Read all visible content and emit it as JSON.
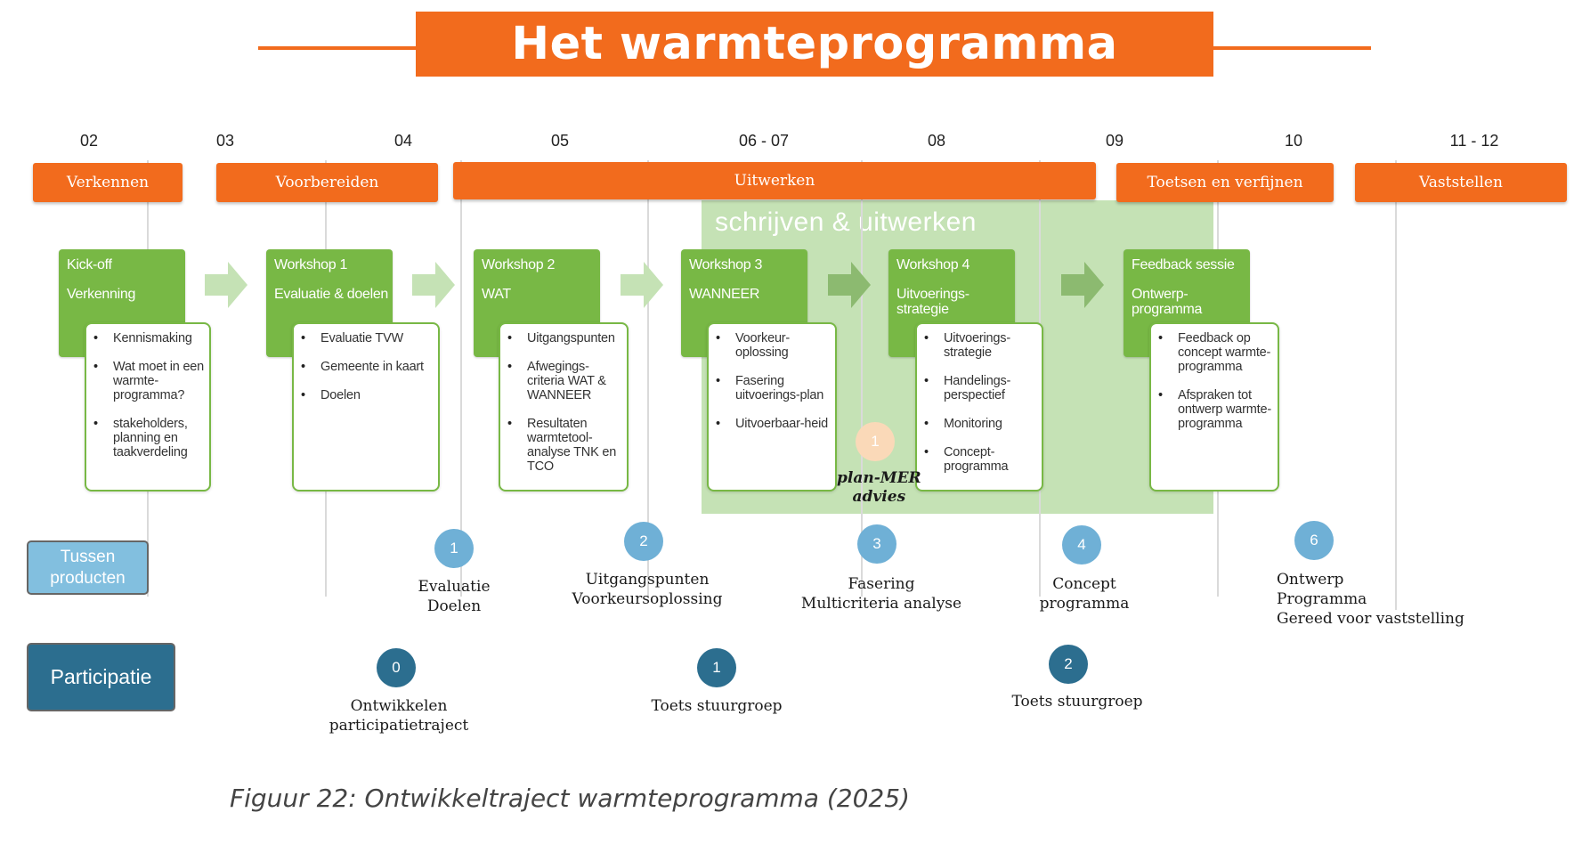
{
  "title": "Het warmteprogramma",
  "months": [
    "02",
    "03",
    "04",
    "05",
    "06 - 07",
    "08",
    "09",
    "10",
    "11  - 12"
  ],
  "phases": [
    "Verkennen",
    "Voorbereiden",
    "Uitwerken",
    "Toetsen en verfijnen",
    "Vaststellen"
  ],
  "zone_label": "schrijven & uitwerken",
  "workshops": [
    {
      "title": "Kick-off",
      "subtitle": "Verkenning",
      "items": [
        "Kennismaking",
        "Wat moet in een warmte-programma?",
        "stakeholders, planning en taakverdeling"
      ]
    },
    {
      "title": "Workshop 1",
      "subtitle": "Evaluatie & doelen",
      "items": [
        "Evaluatie TVW",
        "Gemeente in kaart",
        "Doelen"
      ]
    },
    {
      "title": "Workshop 2",
      "subtitle": "WAT",
      "items": [
        "Uitgangspunten",
        "Afwegings-criteria WAT & WANNEER",
        "Resultaten warmtetool-analyse TNK en TCO"
      ]
    },
    {
      "title": "Workshop 3",
      "subtitle": "WANNEER",
      "items": [
        "Voorkeur-oplossing",
        "Fasering uitvoerings-plan",
        "Uitvoerbaar-heid"
      ]
    },
    {
      "title": "Workshop 4",
      "subtitle": "Uitvoerings-strategie",
      "items": [
        "Uitvoerings-strategie",
        "Handelings-perspectief",
        "Monitoring",
        "Concept-programma"
      ]
    },
    {
      "title": "Feedback sessie",
      "subtitle": "Ontwerp-programma",
      "items": [
        "Feedback op concept warmte-programma",
        "Afspraken tot ontwerp warmte-programma"
      ]
    }
  ],
  "mer": {
    "number": "1",
    "label_line1": "plan-MER",
    "label_line2": "advies"
  },
  "side_labels": {
    "tussen_line1": "Tussen",
    "tussen_line2": "producten",
    "participatie": "Participatie"
  },
  "tussenproducten": [
    {
      "number": "1",
      "lines": [
        "Evaluatie",
        "Doelen"
      ]
    },
    {
      "number": "2",
      "lines": [
        "Uitgangspunten",
        "Voorkeursoplossing"
      ]
    },
    {
      "number": "3",
      "lines": [
        "Fasering",
        "Multicriteria analyse"
      ]
    },
    {
      "number": "4",
      "lines": [
        "Concept",
        "programma"
      ]
    },
    {
      "number": "6",
      "lines": [
        "Ontwerp",
        "Programma",
        "Gereed voor vaststelling"
      ]
    }
  ],
  "participatie": [
    {
      "number": "0",
      "lines": [
        "Ontwikkelen",
        "participatietraject"
      ]
    },
    {
      "number": "1",
      "lines": [
        "Toets stuurgroep"
      ]
    },
    {
      "number": "2",
      "lines": [
        "Toets stuurgroep"
      ]
    }
  ],
  "caption": "Figuur 22: Ontwikkeltraject warmteprogramma (2025)",
  "colors": {
    "orange": "#f26b1d",
    "green": "#78b845",
    "zone": "#c5e2b5",
    "light_blue": "#6fb0d6",
    "dark_blue": "#2c6e8f"
  }
}
